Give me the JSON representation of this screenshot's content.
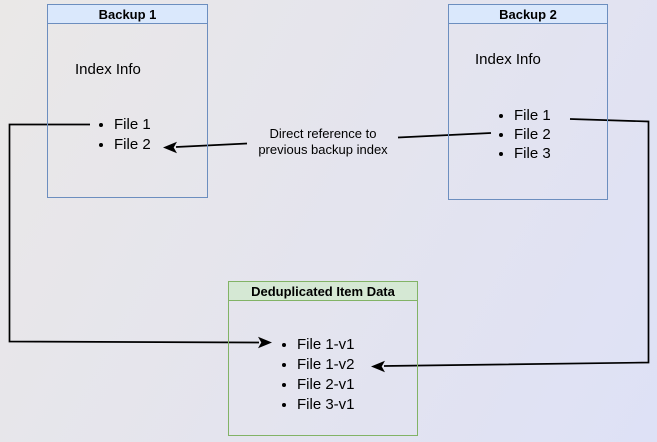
{
  "diagram": {
    "backup1": {
      "title": "Backup 1",
      "section": "Index Info",
      "items": [
        "File 1",
        "File 2"
      ]
    },
    "backup2": {
      "title": "Backup 2",
      "section": "Index Info",
      "items": [
        "File 1",
        "File 2",
        "File 3"
      ]
    },
    "dedup": {
      "title": "Deduplicated Item Data",
      "items": [
        "File 1-v1",
        "File 1-v2",
        "File 2-v1",
        "File 3-v1"
      ]
    },
    "annotation": {
      "line1": "Direct reference to",
      "line2": "previous backup index"
    },
    "arrows": [
      {
        "from": "Backup 1 / File 1",
        "to": "Deduplicated Item Data / File 1-v1",
        "label": ""
      },
      {
        "from": "Backup 2 / File 2",
        "to": "Backup 1 / File 2",
        "label": "Direct reference to previous backup index"
      },
      {
        "from": "Backup 2 / File 1",
        "to": "Deduplicated Item Data / File 1-v2",
        "label": ""
      }
    ],
    "colors": {
      "backup_header_fill": "#dae8fc",
      "backup_border": "#6c8ebf",
      "dedup_header_fill": "#d5e8d4",
      "dedup_border": "#82b366",
      "arrow": "#000000",
      "background_top_left": "#eae8e7",
      "background_bottom_right": "#dee1f6"
    }
  }
}
